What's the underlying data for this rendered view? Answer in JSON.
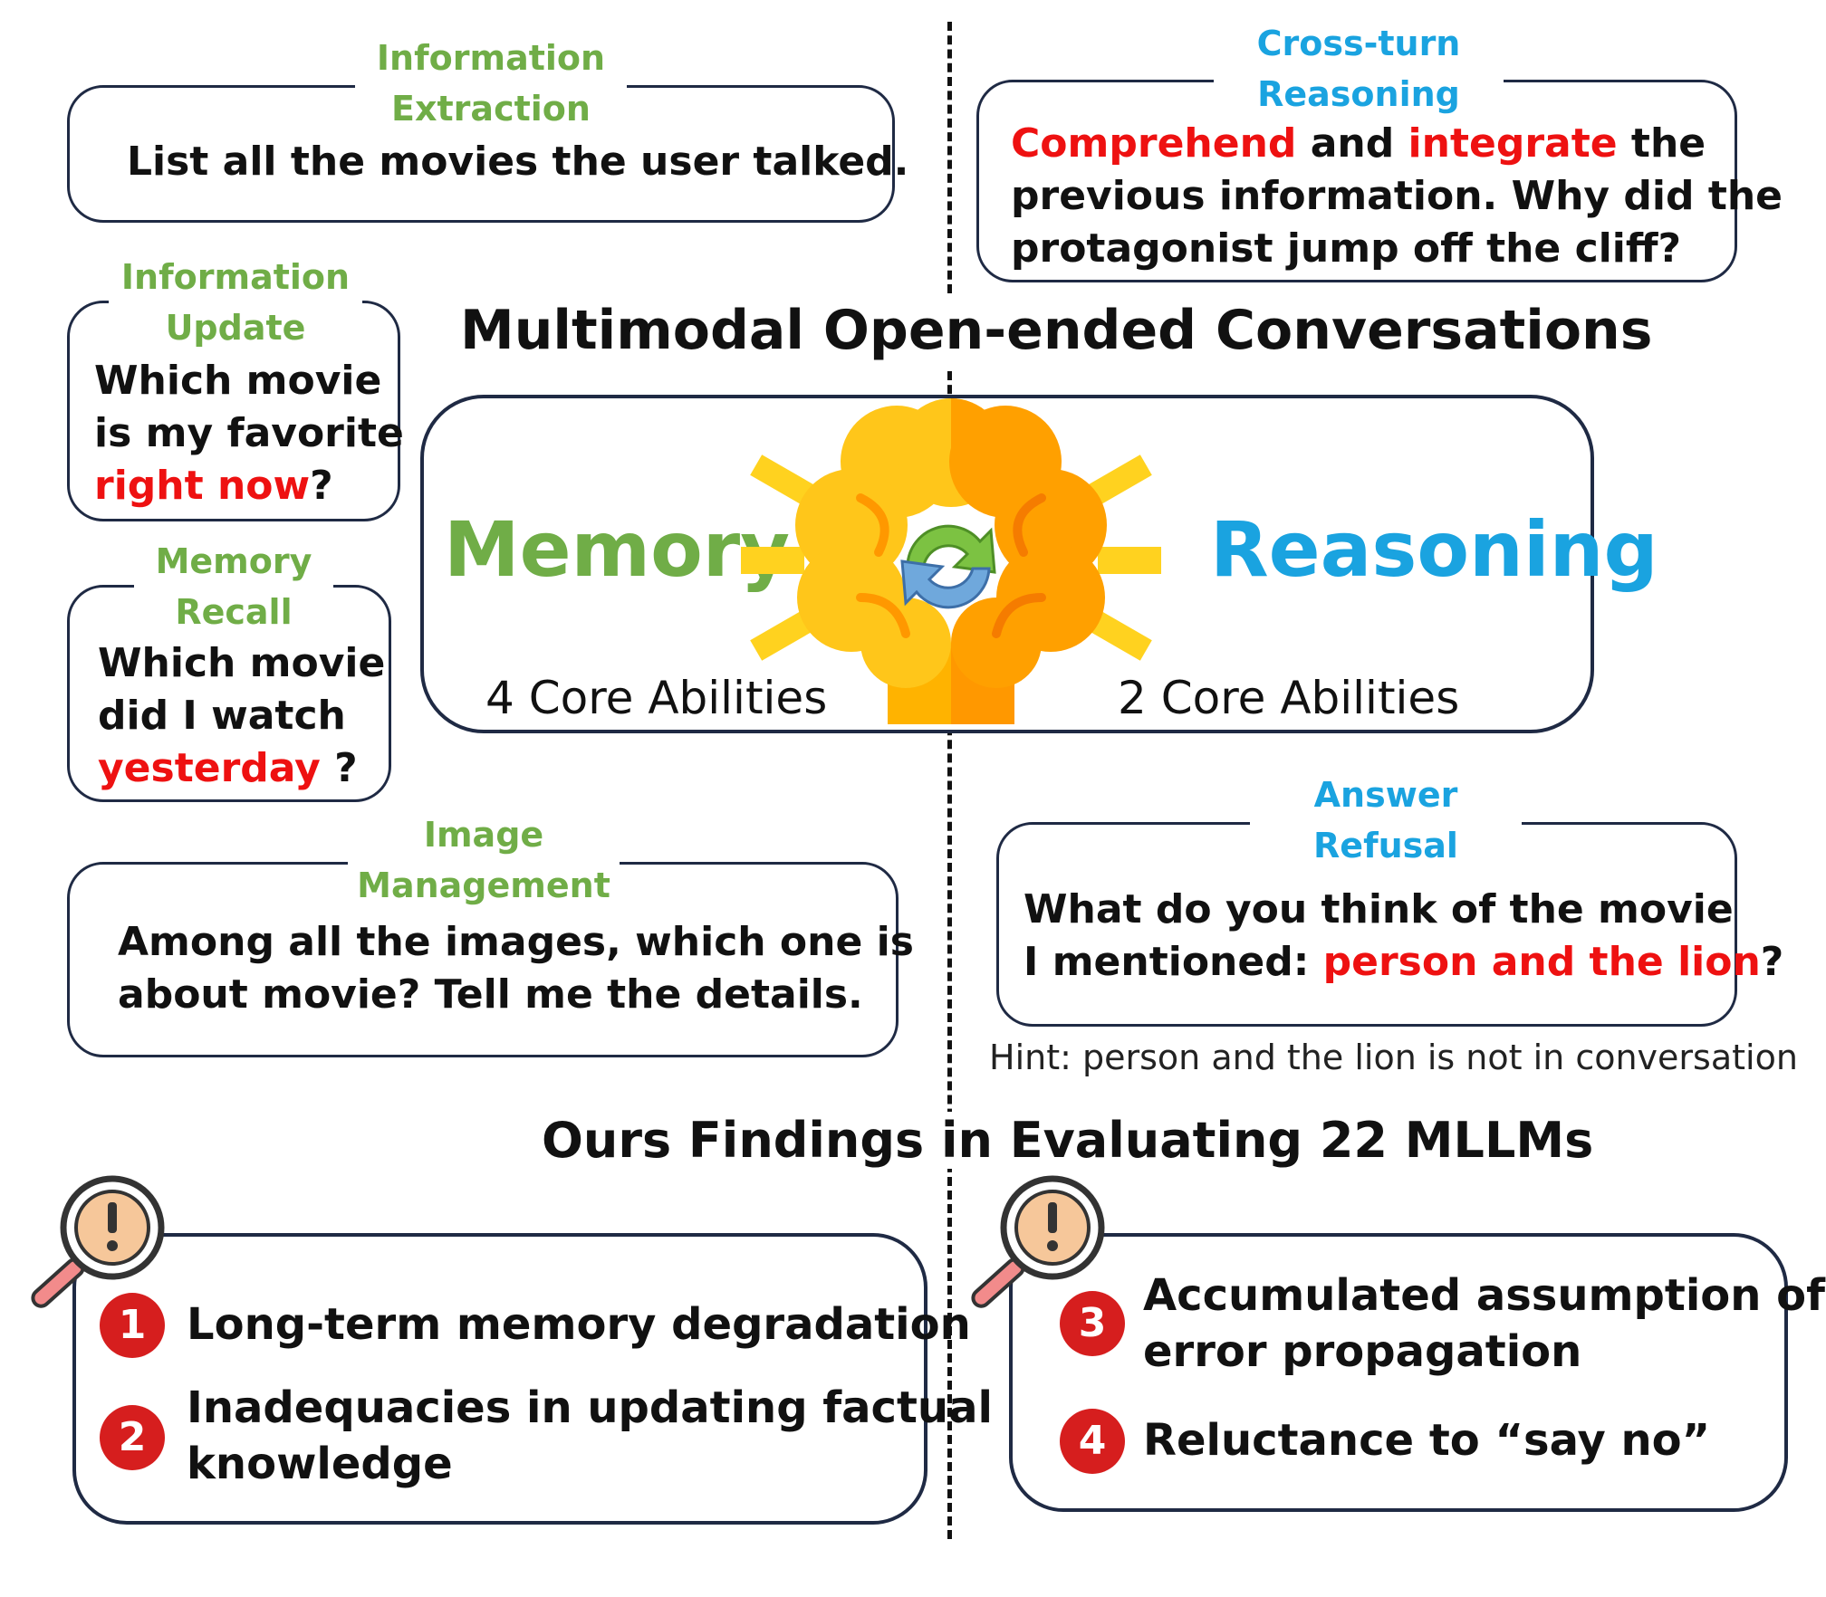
{
  "header": {
    "main_title": "Multimodal Open-ended Conversations"
  },
  "center": {
    "memory_label": "Memory",
    "reasoning_label": "Reasoning",
    "memory_core": "4 Core Abilities",
    "reasoning_core": "2 Core Abilities"
  },
  "memory_abilities": {
    "info_extraction": {
      "label_line1": "Information",
      "label_line2": "Extraction",
      "text": "List all the movies the user talked."
    },
    "info_update": {
      "label_line1": "Information",
      "label_line2": "Update",
      "line1": "Which movie",
      "line2": "is my favorite",
      "highlight": "right now",
      "tail": "?"
    },
    "memory_recall": {
      "label_line1": "Memory",
      "label_line2": "Recall",
      "line1": "Which movie",
      "line2": "did I watch",
      "highlight": "yesterday",
      "tail": " ?"
    },
    "image_management": {
      "label_line1": "Image",
      "label_line2": "Management",
      "line1": "Among all the images, which one is",
      "line2": "about movie? Tell me the details."
    }
  },
  "reasoning_abilities": {
    "cross_turn": {
      "label_line1": "Cross-turn",
      "label_line2": "Reasoning",
      "highlight1": "Comprehend",
      "mid1": " and ",
      "highlight2": "integrate",
      "mid2": " the",
      "line2": "previous information. Why did the",
      "line3": "protagonist jump off the cliff?"
    },
    "answer_refusal": {
      "label_line1": "Answer",
      "label_line2": "Refusal",
      "line1": "What do you think of the movie",
      "line2_prefix": "I mentioned: ",
      "highlight": "person and the lion",
      "tail": "?",
      "hint": "Hint: person and the lion is not in conversation"
    }
  },
  "findings": {
    "title": "Ours Findings in Evaluating 22 MLLMs",
    "items": [
      {
        "number": "1",
        "text_line1": "Long-term memory degradation",
        "text_line2": ""
      },
      {
        "number": "2",
        "text_line1": "Inadequacies in updating factual",
        "text_line2": "knowledge"
      },
      {
        "number": "3",
        "text_line1": "Accumulated assumption of",
        "text_line2": "error propagation"
      },
      {
        "number": "4",
        "text_line1": "Reluctance to “say no”",
        "text_line2": ""
      }
    ]
  },
  "icons": {
    "brain": "brain-icon",
    "refresh": "refresh-cycle-icon",
    "magnifier": "magnifier-warning-icon"
  },
  "colors": {
    "memory_green": "#70ad47",
    "reasoning_blue": "#1aa3e0",
    "highlight_red": "#ee1111",
    "badge_red": "#d61e1e",
    "border_navy": "#1f2a44"
  }
}
